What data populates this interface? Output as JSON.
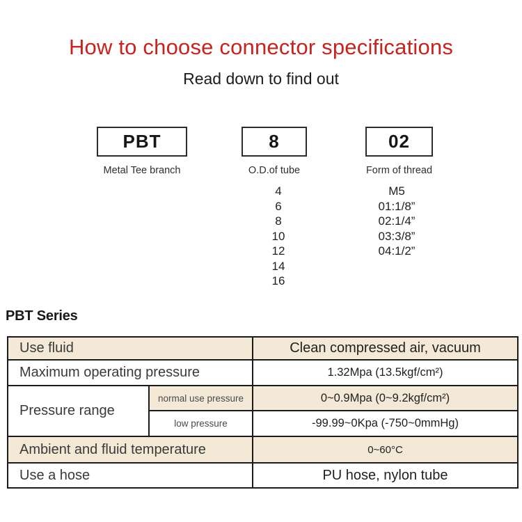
{
  "header": {
    "title": "How to choose connector specifications",
    "subtitle": "Read down to find out"
  },
  "selector": {
    "columns": [
      {
        "code": "PBT",
        "label": "Metal Tee branch",
        "options": []
      },
      {
        "code": "8",
        "label": "O.D.of tube",
        "options": [
          "4",
          "6",
          "8",
          "10",
          "12",
          "14",
          "16"
        ]
      },
      {
        "code": "02",
        "label": "Form of thread",
        "options": [
          "M5",
          "01:1/8”",
          "02:1/4”",
          "03:3/8”",
          "04:1/2”"
        ]
      }
    ]
  },
  "series_heading": "PBT Series",
  "spec_table": {
    "rows": [
      {
        "label": "Use fluid",
        "value": "Clean compressed air, vacuum"
      },
      {
        "label": "Maximum operating pressure",
        "value": "1.32Mpa (13.5kgf/cm²)"
      },
      {
        "label": "Pressure range",
        "sub_rows": [
          {
            "label": "normal use pressure",
            "value": "0~0.9Mpa (0~9.2kgf/cm²)"
          },
          {
            "label": "low pressure",
            "value": "-99.99~0Kpa (-750~0mmHg)"
          }
        ]
      },
      {
        "label": "Ambient and fluid temperature",
        "value": "0~60°C"
      },
      {
        "label": "Use a hose",
        "value": "PU hose, nylon tube"
      }
    ]
  },
  "colors": {
    "accent_red": "#c9231d",
    "table_row_beige": "#f3e9d6",
    "border_black": "#1b1b1b"
  }
}
